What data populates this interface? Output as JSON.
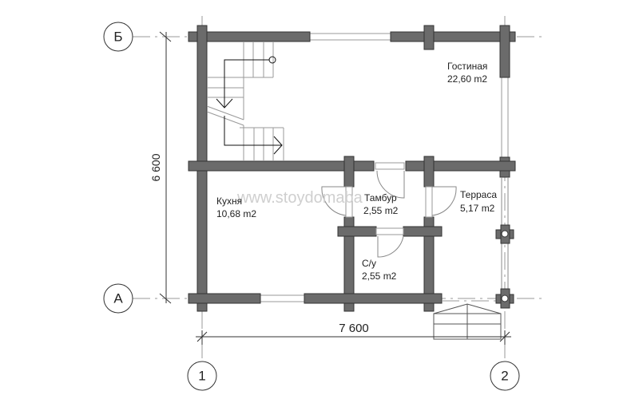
{
  "axes": {
    "b": "Б",
    "a": "А",
    "one": "1",
    "two": "2"
  },
  "dimensions": {
    "height": "6 600",
    "width": "7 600"
  },
  "rooms": [
    {
      "name": "Гостиная",
      "area": "22,60 m2"
    },
    {
      "name": "Кухня",
      "area": "10,68 m2"
    },
    {
      "name": "Тамбур",
      "area": "2,55 m2"
    },
    {
      "name": "Терраса",
      "area": "5,17 m2"
    },
    {
      "name": "С/у",
      "area": "2,55 m2"
    }
  ],
  "watermark": "www.stoydomaba",
  "colors": {
    "wall": "#6b6b6b",
    "line": "#333333"
  }
}
